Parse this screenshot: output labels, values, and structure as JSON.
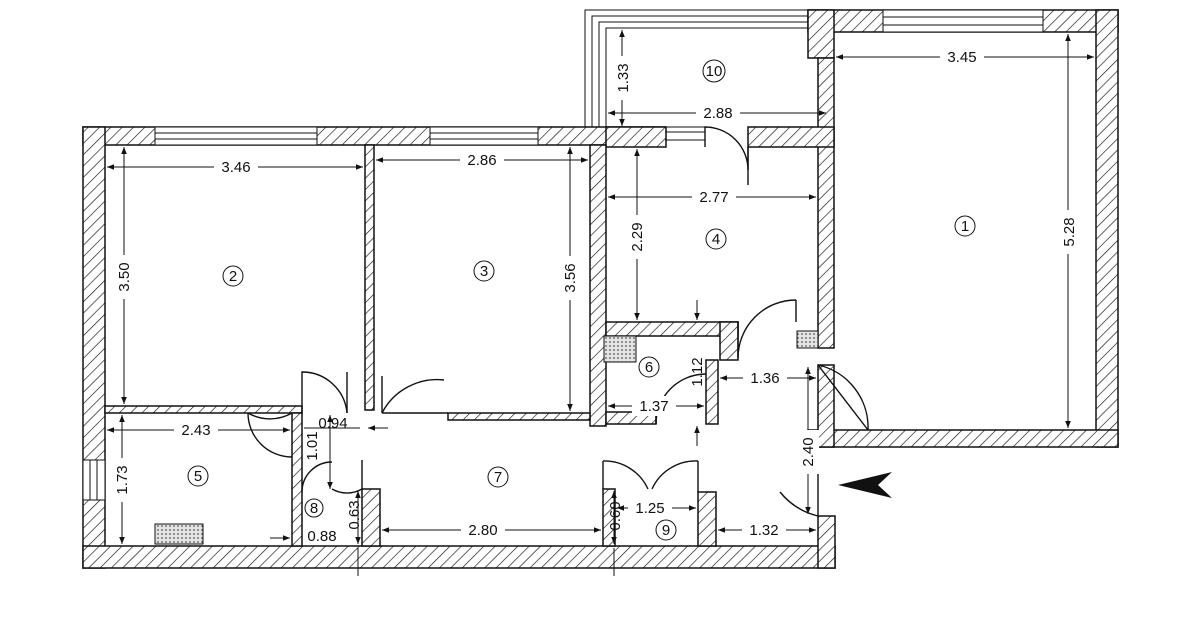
{
  "rooms": [
    "1",
    "2",
    "3",
    "4",
    "5",
    "6",
    "7",
    "8",
    "9",
    "10"
  ],
  "dimensions": {
    "r10_height": "1.33",
    "r10_width": "2.88",
    "r1_width": "3.45",
    "r1_height": "5.28",
    "r2_width": "3.46",
    "r2_height": "3.50",
    "r3_width": "2.86",
    "r3_height": "3.56",
    "r4_width": "2.77",
    "r4_height": "2.29",
    "r6_width": "1.37",
    "r6_height": "1.12",
    "hall_width": "1.36",
    "entry_height": "2.40",
    "r5_width": "2.43",
    "r5_height": "1.73",
    "door_0_94": "0.94",
    "r8_height": "1.01",
    "r8_depth": "0.63",
    "r8_width": "0.88",
    "r7_width": "2.80",
    "r9_width": "1.25",
    "r9_depth": "0.60",
    "entry_width": "1.32"
  },
  "colors": {
    "line": "#111111",
    "background": "#ffffff",
    "stipple": "#bbbbbb"
  },
  "icons": {
    "entrance": "entrance-arrow-icon"
  }
}
